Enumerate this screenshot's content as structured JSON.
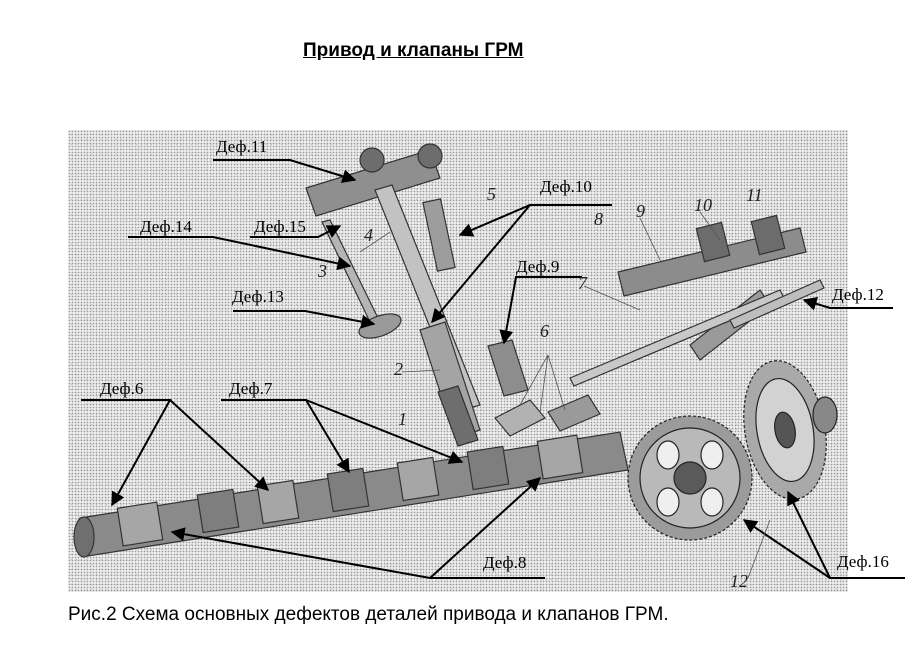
{
  "title": "Привод и клапаны ГРМ",
  "caption": "Рис.2 Схема основных дефектов деталей привода и клапанов ГРМ.",
  "defect_labels": {
    "def6": "Деф.6",
    "def7": "Деф.7",
    "def8": "Деф.8",
    "def9": "Деф.9",
    "def10": "Деф.10",
    "def11": "Деф.11",
    "def12": "Деф.12",
    "def13": "Деф.13",
    "def14": "Деф.14",
    "def15": "Деф.15",
    "def16": "Деф.16"
  },
  "part_numbers": {
    "n1": "1",
    "n2": "2",
    "n3": "3",
    "n4": "4",
    "n5": "5",
    "n6": "6",
    "n7": "7",
    "n8": "8",
    "n9": "9",
    "n10": "10",
    "n11": "11",
    "n12": "12"
  }
}
